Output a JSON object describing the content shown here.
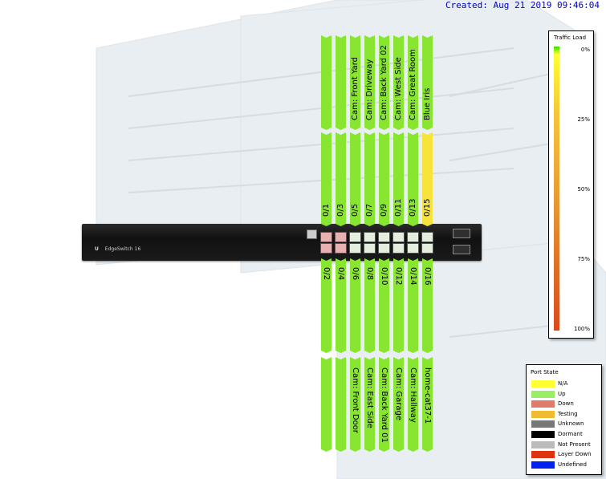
{
  "created_text": "Created: Aug 21 2019 09:46:04",
  "switch": {
    "brand_logo": "U",
    "model": "EdgeSwitch 16"
  },
  "colors": {
    "up": "#88e530",
    "high_load": "#f7e43a",
    "port_light": "#e5ece0",
    "port_down": "#e8b1b1"
  },
  "ports_top": [
    {
      "id": "0/1",
      "label": "",
      "load_color": "#88e530"
    },
    {
      "id": "0/3",
      "label": "",
      "load_color": "#88e530"
    },
    {
      "id": "0/5",
      "label": "Cam: Front Yard",
      "load_color": "#88e530"
    },
    {
      "id": "0/7",
      "label": "Cam: Driveway",
      "load_color": "#88e530"
    },
    {
      "id": "0/9",
      "label": "Cam: Back Yard 02",
      "load_color": "#88e530"
    },
    {
      "id": "0/11",
      "label": "Cam: West Side",
      "load_color": "#88e530"
    },
    {
      "id": "0/13",
      "label": "Cam: Great Room",
      "load_color": "#88e530"
    },
    {
      "id": "0/15",
      "label": "Blue Iris",
      "load_color": "#f7e43a"
    }
  ],
  "ports_bottom": [
    {
      "id": "0/2",
      "label": "",
      "load_color": "#88e530"
    },
    {
      "id": "0/4",
      "label": "",
      "load_color": "#88e530"
    },
    {
      "id": "0/6",
      "label": "Cam: Front Door",
      "load_color": "#88e530"
    },
    {
      "id": "0/8",
      "label": "Cam: East Side",
      "load_color": "#88e530"
    },
    {
      "id": "0/10",
      "label": "Cam: Back Yard 01",
      "load_color": "#88e530"
    },
    {
      "id": "0/12",
      "label": "Cam: Garage",
      "load_color": "#88e530"
    },
    {
      "id": "0/14",
      "label": "Cam: Hallway",
      "load_color": "#88e530"
    },
    {
      "id": "0/16",
      "label": "home-cat37-1",
      "load_color": "#88e530"
    }
  ],
  "traffic_legend": {
    "title": "Traffic Load",
    "ticks": [
      "0%",
      "25%",
      "50%",
      "75%",
      "100%"
    ]
  },
  "state_legend": {
    "title": "Port State",
    "items": [
      {
        "label": "N/A",
        "color": "#ffff33"
      },
      {
        "label": "Up",
        "color": "#99ee66"
      },
      {
        "label": "Down",
        "color": "#e07a6a"
      },
      {
        "label": "Testing",
        "color": "#eebb33"
      },
      {
        "label": "Unknown",
        "color": "#777777"
      },
      {
        "label": "Dormant",
        "color": "#000000"
      },
      {
        "label": "Not Present",
        "color": "#bbbbbb"
      },
      {
        "label": "Layer Down",
        "color": "#dd3311"
      },
      {
        "label": "Undefined",
        "color": "#0022ee"
      }
    ]
  }
}
